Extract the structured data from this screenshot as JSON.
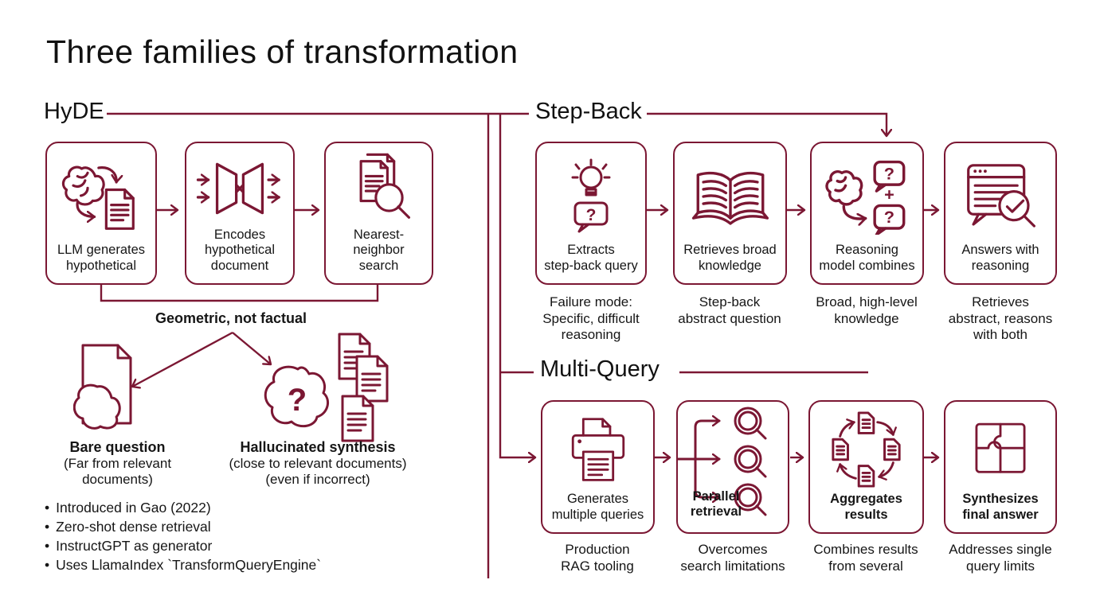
{
  "colors": {
    "accent": "#7b1733",
    "text": "#161616",
    "background": "#ffffff"
  },
  "title": "Three families of transformation",
  "glyphs": {
    "question": "?",
    "plus": "+",
    "bullet": "•"
  },
  "hyde": {
    "label": "HyDE",
    "boxes": [
      {
        "icon": "brain-writes-document-icon",
        "label": "LLM generates\nhypothetical"
      },
      {
        "icon": "autoencoder-icon",
        "label": "Encodes\nhypothetical\ndocument"
      },
      {
        "icon": "document-search-icon",
        "label": "Nearest-neighbor\nsearch"
      }
    ],
    "bracket_label": "Geometric, not factual",
    "bare_question": {
      "icon": "page-with-blob-icon",
      "title": "Bare question",
      "subtitle": "(Far from relevant\ndocuments)"
    },
    "hallucinated_synthesis": {
      "icon": "question-blob-documents-icon",
      "title": "Hallucinated synthesis",
      "subtitle": "(close to relevant documents)\n(even if incorrect)"
    },
    "bullets": [
      "Introduced in Gao (2022)",
      "Zero-shot dense retrieval",
      "InstructGPT as generator",
      "Uses LlamaIndex `TransformQueryEngine`"
    ]
  },
  "step_back": {
    "label": "Step-Back",
    "boxes": [
      {
        "icon": "lightbulb-question-icon",
        "label": "Extracts\nstep-back query",
        "caption": "Failure mode:\nSpecific, difficult\nreasoning"
      },
      {
        "icon": "open-book-icon",
        "label": "Retrieves broad\nknowledge",
        "caption": "Step-back\nabstract question"
      },
      {
        "icon": "brain-combines-questions-icon",
        "label": "Reasoning\nmodel combines",
        "caption": "Broad, high-level\nknowledge"
      },
      {
        "icon": "answer-window-check-icon",
        "label": "Answers with\nreasoning",
        "caption": "Retrieves\nabstract, reasons\nwith both"
      }
    ]
  },
  "multi_query": {
    "label": "Multi-Query",
    "boxes": [
      {
        "icon": "printer-icon",
        "label": "Generates\nmultiple queries",
        "caption": "Production\nRAG tooling"
      },
      {
        "icon": "parallel-magnifiers-icon",
        "label": "Parallel\nretrieval",
        "caption": "Overcomes\nsearch limitations"
      },
      {
        "icon": "document-cycle-icon",
        "label": "Aggregates\nresults",
        "caption": "Combines results\nfrom several"
      },
      {
        "icon": "puzzle-icon",
        "label": "Synthesizes\nfinal answer",
        "caption": "Addresses single\nquery limits"
      }
    ]
  }
}
